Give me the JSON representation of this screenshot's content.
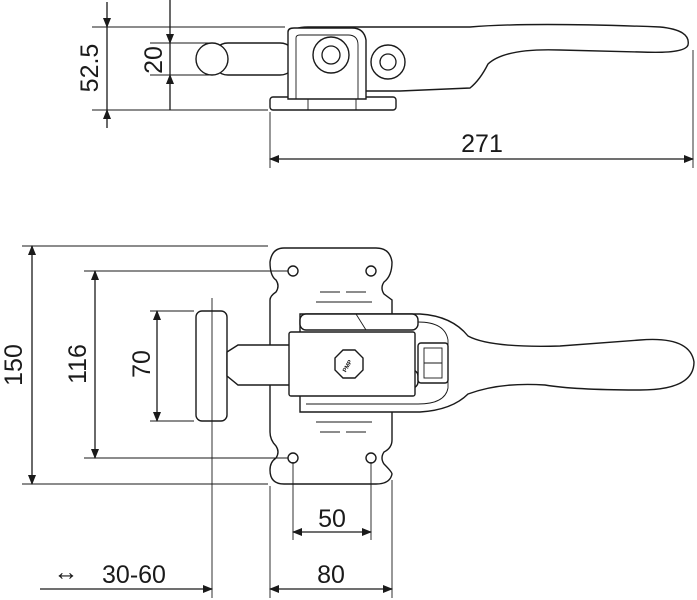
{
  "side_view": {
    "dim_height_total": "52.5",
    "dim_height_bar": "20",
    "dim_length_total": "271"
  },
  "top_view": {
    "dim_plate_height": "150",
    "dim_hole_spacing_v": "116",
    "dim_plunger_head": "70",
    "dim_hole_spacing_h": "50",
    "dim_plate_width": "80",
    "dim_stroke": "30-60",
    "stroke_symbol": "↔",
    "logo": "PMP"
  }
}
